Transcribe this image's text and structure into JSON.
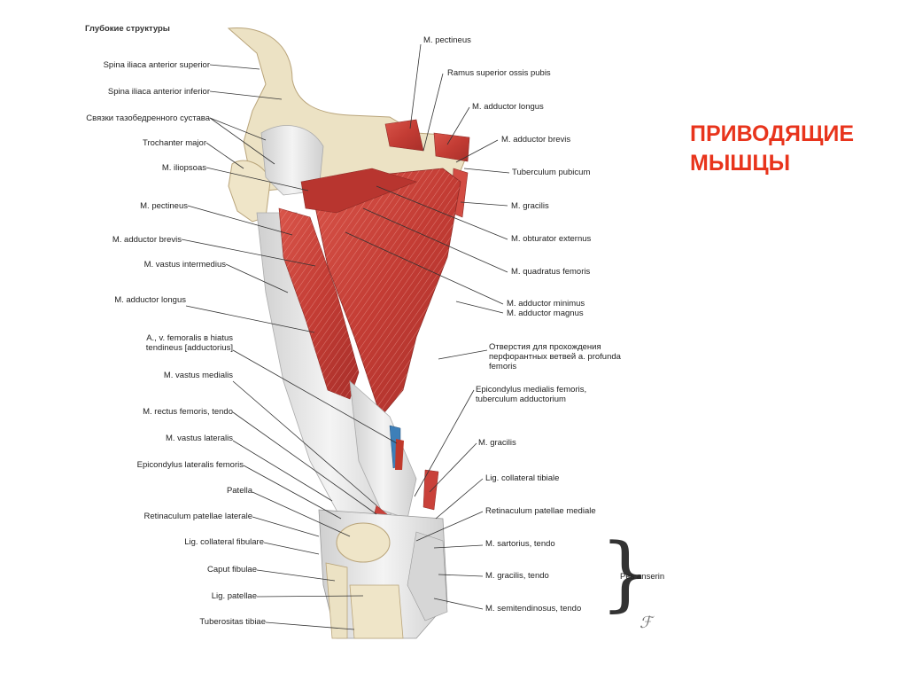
{
  "heading": "Глубокие структуры",
  "title": [
    "ПРИВОДЯЩИЕ",
    "МЫШЦЫ"
  ],
  "left_labels": [
    [
      "Spina iliaca anterior superior"
    ],
    [
      "Spina iliaca anterior inferior"
    ],
    [
      "Связки тазобедренного сустава"
    ],
    [
      "Trochanter major"
    ],
    [
      "M. iliopsoas"
    ],
    [
      "M. pectineus"
    ],
    [
      "M. adductor brevis"
    ],
    [
      "M. vastus intermedius"
    ],
    [
      "M. adductor longus"
    ],
    [
      "A., v. femoralis в hiatus",
      "tendineus [adductorius]"
    ],
    [
      "M. vastus medialis"
    ],
    [
      "M. rectus femoris, tendo"
    ],
    [
      "M. vastus lateralis"
    ],
    [
      "Epicondylus lateralis femoris"
    ],
    [
      "Patella"
    ],
    [
      "Retinaculum patellae laterale"
    ],
    [
      "Lig. collateral fibulare"
    ],
    [
      "Caput fibulae"
    ],
    [
      "Lig. patellae"
    ],
    [
      "Tuberositas tibiae"
    ]
  ],
  "right_labels": [
    [
      "M. pectineus"
    ],
    [
      "Ramus superior ossis pubis"
    ],
    [
      "M. adductor longus"
    ],
    [
      "M. adductor brevis"
    ],
    [
      "Tuberculum pubicum"
    ],
    [
      "M. gracilis"
    ],
    [
      "M. obturator externus"
    ],
    [
      "M. quadratus femoris"
    ],
    [
      "M. adductor minimus"
    ],
    [
      "M. adductor magnus"
    ],
    [
      "Отверстия для прохождения",
      "перфорантных ветвей а. profunda",
      "femoris"
    ],
    [
      "Epicondylus medialis femoris,",
      "tuberculum adductorium"
    ],
    [
      "M. gracilis"
    ],
    [
      "Lig. collateral tibiale"
    ],
    [
      "Retinaculum patellae mediale"
    ],
    [
      "M. sartorius, tendo"
    ],
    [
      "M. gracilis, tendo"
    ],
    [
      "M. semitendinosus, tendo"
    ]
  ],
  "pes_label": "Pes anserin",
  "colors": {
    "title": "#e8341c",
    "muscle": "#c9413a",
    "bone": "#eadfbe",
    "tendon": "#e6e6e6"
  }
}
